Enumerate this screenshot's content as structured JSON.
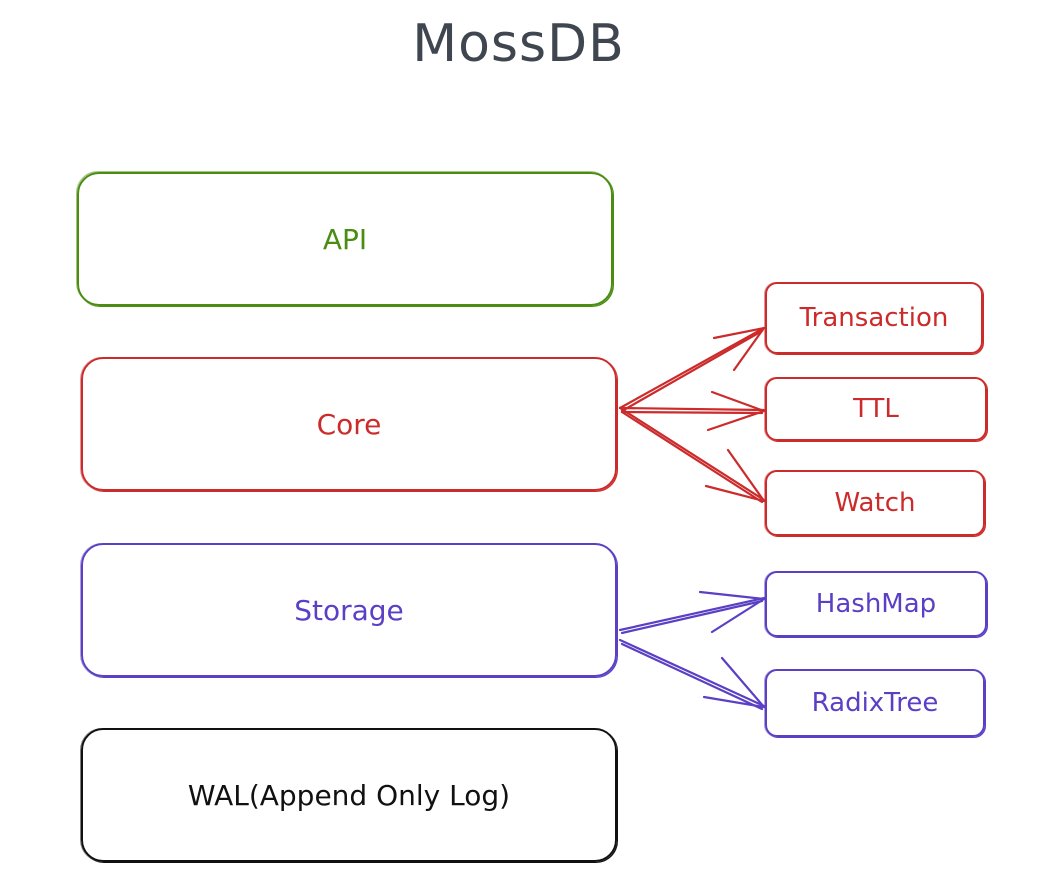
{
  "title": "MossDB",
  "layers": {
    "api": "API",
    "core": "Core",
    "storage": "Storage",
    "wal": "WAL(Append Only Log)"
  },
  "core_children": {
    "transaction": "Transaction",
    "ttl": "TTL",
    "watch": "Watch"
  },
  "storage_children": {
    "hashmap": "HashMap",
    "radixtree": "RadixTree"
  },
  "colors": {
    "title": "#3f4650",
    "api": "#4b8d12",
    "core": "#cc2b2b",
    "storage": "#5b3fc4",
    "wal": "#111111"
  }
}
